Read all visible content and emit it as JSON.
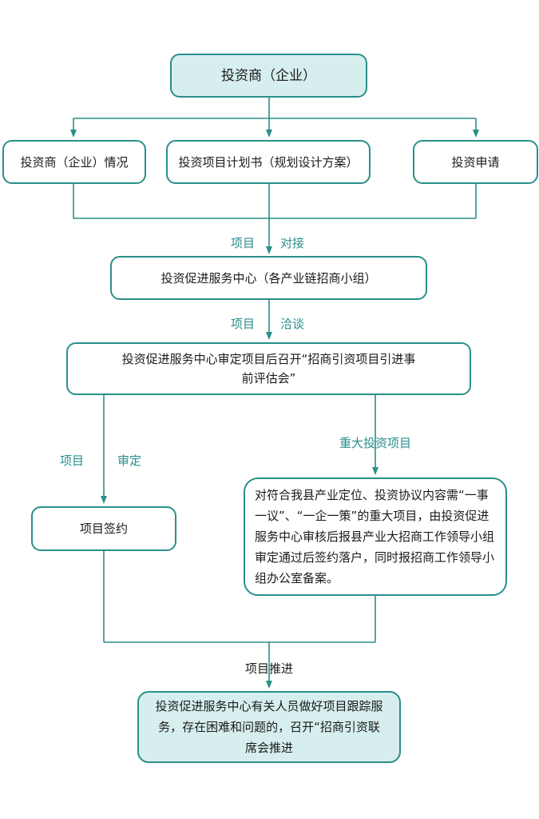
{
  "nodes": {
    "investor": "投资商（企业）",
    "investor_status": "投资商（企业）情况",
    "project_plan": "投资项目计划书（规划设计方案）",
    "investment_application": "投资申请",
    "service_center": "投资促进服务中心（各产业链招商小组）",
    "review_meeting_line1": "投资促进服务中心审定项目后召开“招商引资项目引进事",
    "review_meeting_line2": "前评估会”",
    "project_signing": "项目签约",
    "major_project_note": "对符合我县产业定位、投资协议内容需“一事一议”、“一企一策”的重大项目，由投资促进服务中心审核后报县产业大招商工作领导小组审定通过后签约落户，同时报招商工作领导小组办公室备案。",
    "follow_up_service": "投资促进服务中心有关人员做好项目跟踪服务，存在困难和问题的，召开“招商引资联席会推进"
  },
  "edge_labels": {
    "docking_left": "项目",
    "docking_right": "对接",
    "negotiation_left": "项目",
    "negotiation_right": "洽谈",
    "review_left": "项目",
    "review_right": "审定",
    "major_project": "重大投资项目",
    "promotion": "项目推进"
  },
  "colors": {
    "stroke": "#2a8f8a",
    "fill_highlight": "#d7eeee",
    "fill_plain": "#ffffff",
    "text": "#1a1a1a"
  }
}
